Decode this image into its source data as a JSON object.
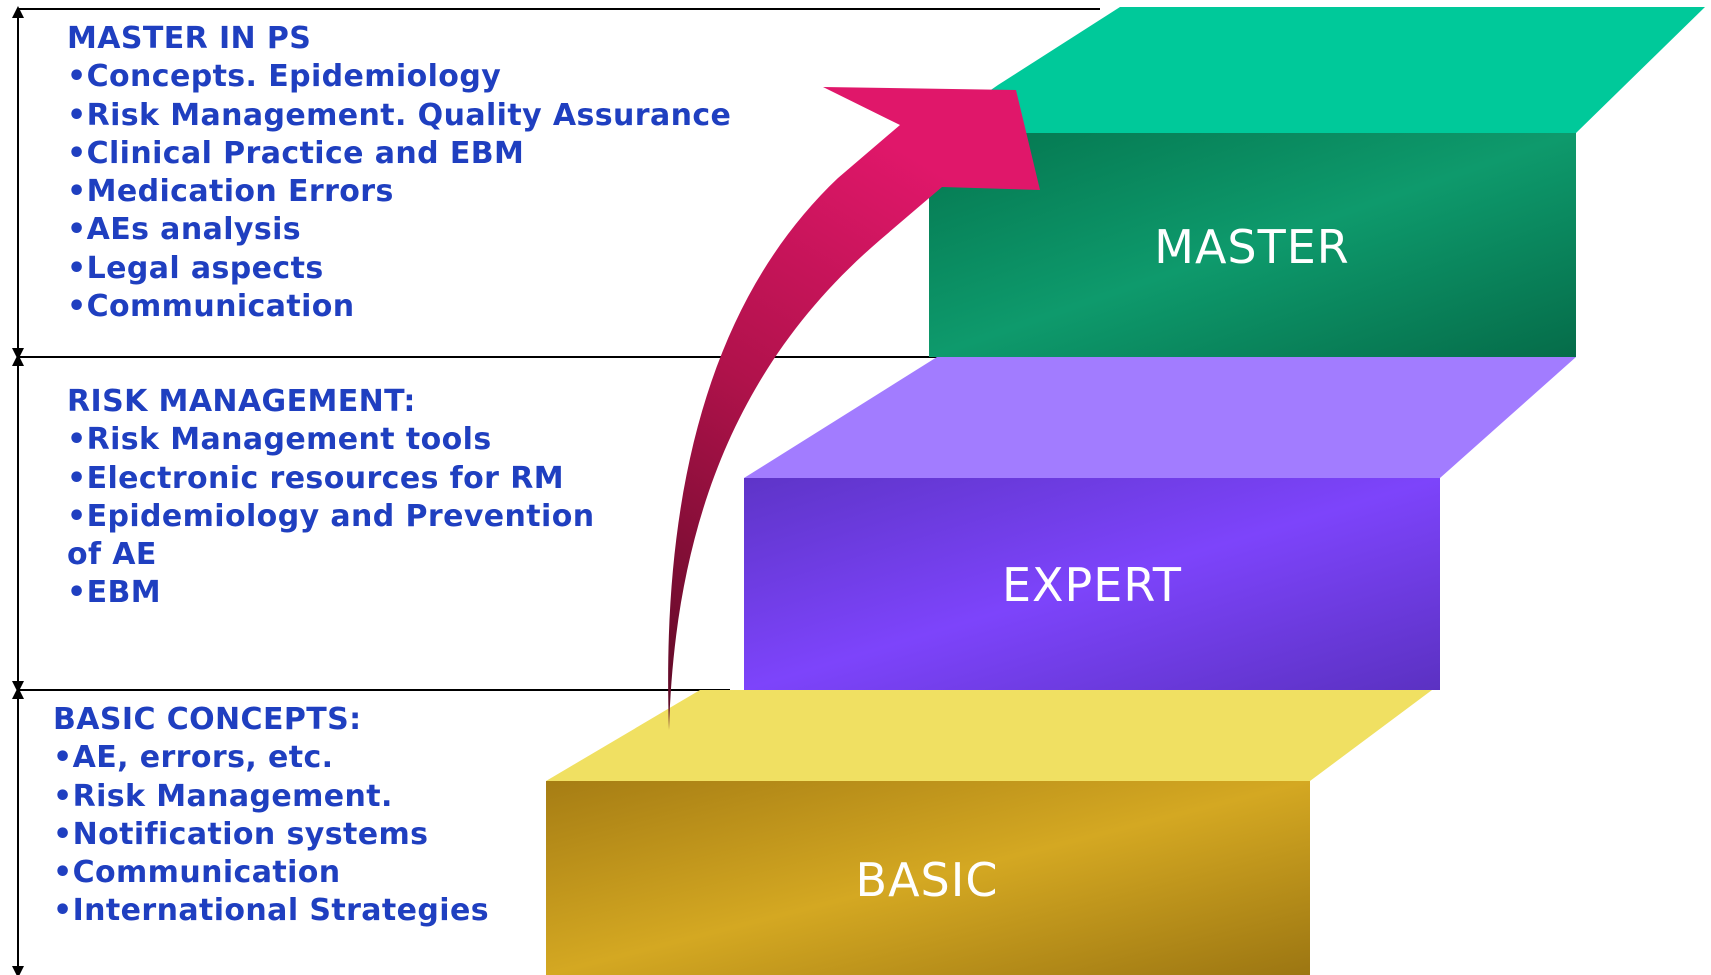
{
  "sections": [
    {
      "id": "master",
      "heading": "MASTER IN PS",
      "items": [
        "•Concepts. Epidemiology",
        "•Risk Management. Quality Assurance",
        "•Clinical Practice and EBM",
        "•Medication Errors",
        "•AEs analysis",
        "•Legal aspects",
        "•Communication"
      ]
    },
    {
      "id": "risk",
      "heading": "RISK MANAGEMENT:",
      "items": [
        "•Risk Management tools",
        "•Electronic resources for RM",
        "•Epidemiology and Prevention",
        "of AE",
        "•EBM"
      ]
    },
    {
      "id": "basic",
      "heading": "BASIC CONCEPTS:",
      "items": [
        "•AE, errors, etc.",
        "•Risk Management.",
        "•Notification systems",
        "•Communication",
        "•International Strategies"
      ]
    }
  ],
  "steps": {
    "master": "MASTER",
    "expert": "EXPERT",
    "basic": "BASIC"
  },
  "colors": {
    "text_blue": "#1f3fc0",
    "master_top": "#00c99a",
    "master_front": "#077a55",
    "expert_top": "#a27cff",
    "expert_front": "#7a3ff0",
    "basic_top": "#f0e062",
    "basic_front": "#c79f1a",
    "arrow": "#d4145a",
    "divider": "#000000"
  }
}
